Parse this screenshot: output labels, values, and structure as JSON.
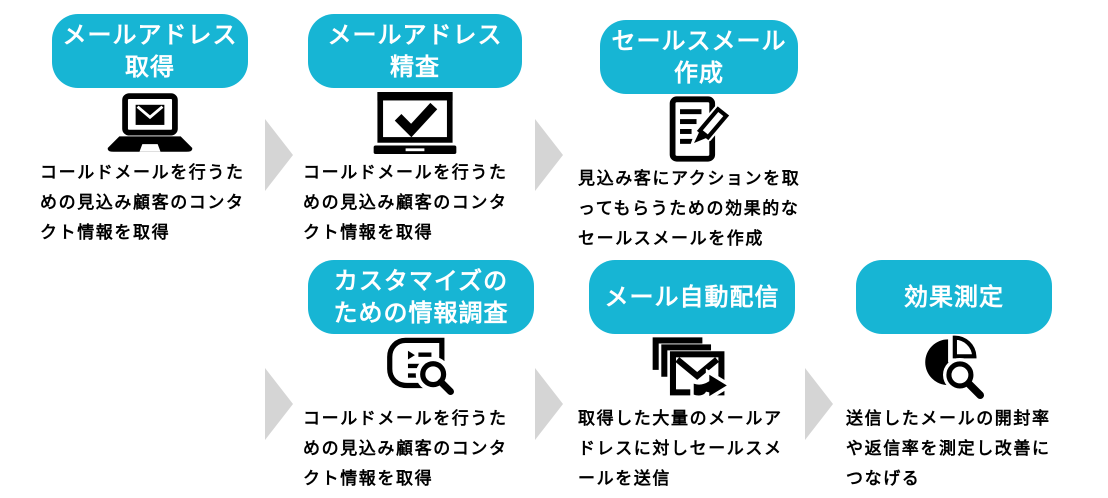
{
  "colors": {
    "accent": "#17B5D4",
    "badge_text": "#FFFFFF",
    "body_text": "#000000",
    "arrow": "#D5D5D5",
    "icon": "#000000",
    "background": "#FFFFFF"
  },
  "flow": {
    "direction": "left-to-right, two rows",
    "arrow_count": 5,
    "arrow_shape": "right-pointing triangle"
  },
  "steps": [
    {
      "badge_lines": [
        "メールアドレス",
        "取得"
      ],
      "icon": "laptop-mail-icon",
      "desc_lines": [
        "コールドメールを行うた",
        "めの見込み顧客のコンタ",
        "クト情報を取得"
      ]
    },
    {
      "badge_lines": [
        "メールアドレス",
        "精査"
      ],
      "icon": "laptop-check-icon",
      "desc_lines": [
        "コールドメールを行うた",
        "めの見込み顧客のコンタ",
        "クト情報を取得"
      ]
    },
    {
      "badge_lines": [
        "セールスメール",
        "作成"
      ],
      "icon": "document-pencil-icon",
      "desc_lines": [
        "見込み客にアクションを取",
        "ってもらうための効果的な",
        "セールスメールを作成"
      ]
    },
    {
      "badge_lines": [
        "カスタマイズの",
        "ための情報調査"
      ],
      "icon": "scroll-magnifier-icon",
      "desc_lines": [
        "コールドメールを行うた",
        "めの見込み顧客のコンタ",
        "クト情報を取得"
      ]
    },
    {
      "badge_lines": [
        "メール自動配信"
      ],
      "icon": "mail-stack-send-icon",
      "desc_lines": [
        "取得した大量のメールア",
        "ドレスに対しセールスメ",
        "ールを送信"
      ]
    },
    {
      "badge_lines": [
        "効果測定"
      ],
      "icon": "pie-chart-magnifier-icon",
      "desc_lines": [
        "送信したメールの開封率",
        "や返信率を測定し改善に",
        "つなげる"
      ]
    }
  ]
}
